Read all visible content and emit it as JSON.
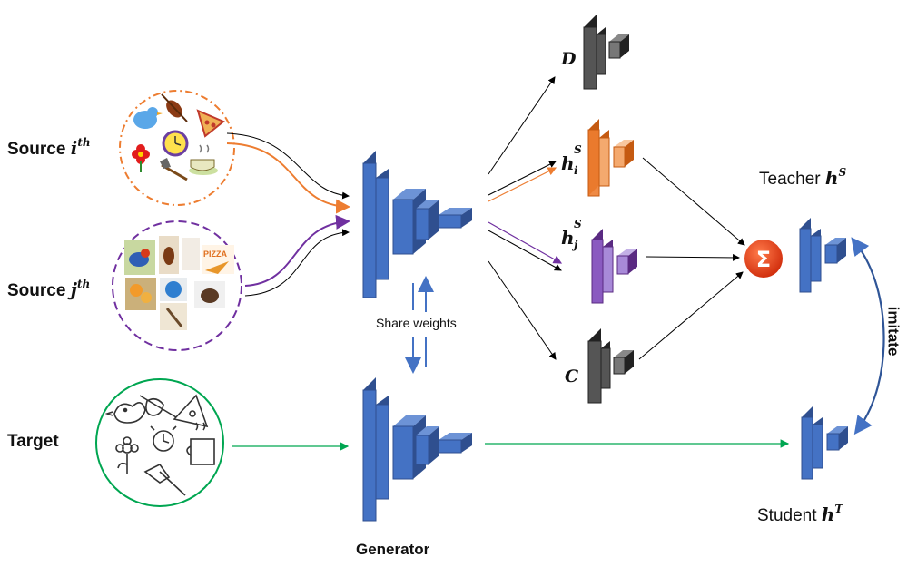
{
  "inputs": {
    "source_i": {
      "label": "Source",
      "ordinal": "i",
      "sup": "th"
    },
    "source_j": {
      "label": "Source",
      "ordinal": "j",
      "sup": "th"
    },
    "target": {
      "label": "Target"
    }
  },
  "generator": {
    "label": "Generator",
    "share_weights": "Share weights"
  },
  "heads": {
    "d": {
      "symbol": "D"
    },
    "hi": {
      "symbol": "h",
      "sub": "i",
      "sup": "S"
    },
    "hj": {
      "symbol": "h",
      "sub": "j",
      "sup": "S"
    },
    "c": {
      "symbol": "C"
    }
  },
  "teacher": {
    "label": "Teacher",
    "symbol": "h",
    "sup": "S"
  },
  "student": {
    "label": "Student",
    "symbol": "h",
    "sup": "T"
  },
  "imitate": "imitate",
  "sum_symbol": "Σ",
  "colors": {
    "blue": "#4472c4",
    "orange": "#ed7d31",
    "purple": "#7030a0",
    "green": "#00a651",
    "gray": "#555555",
    "sum_red": "#e8401c"
  }
}
